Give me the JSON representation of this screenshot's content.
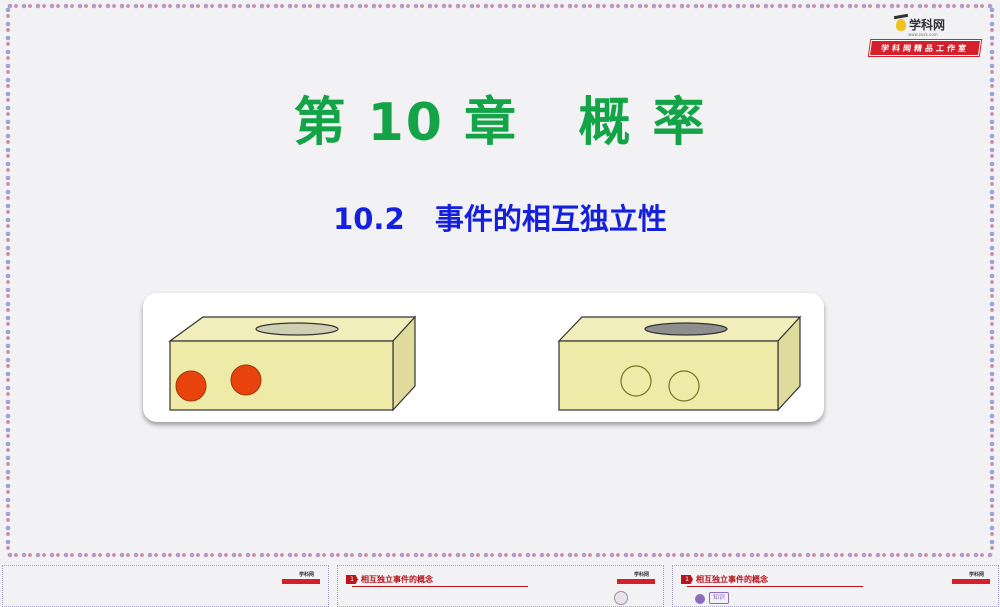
{
  "slide": {
    "chapter_title": "第 10 章   概 率",
    "section_title": "10.2   事件的相互独立性",
    "colors": {
      "chapter": "#13a447",
      "section": "#1520dd",
      "background": "#f2f1f3",
      "logo_red": "#d5202c"
    }
  },
  "logo": {
    "name": "学科网",
    "url": "www.zxxk.com",
    "banner": "学科网精品工作室"
  },
  "figure": {
    "left_box": {
      "top_hole": "light-hole",
      "balls": [
        "red-ball",
        "red-ball"
      ],
      "ball_color": "#e8430c"
    },
    "right_box": {
      "top_hole": "dark-hole",
      "balls": [
        "outlined-ball",
        "outlined-ball"
      ]
    },
    "box_color": "#eeeaa8"
  },
  "thumbnails": [
    {
      "heading_num": "",
      "heading_text": "",
      "logo_top": "学科网"
    },
    {
      "heading_num": "1",
      "heading_text": "相互独立事件的概念",
      "logo_top": "学科网"
    },
    {
      "heading_num": "1",
      "heading_text": "相互独立事件的概念",
      "logo_top": "学科网",
      "tag": "知识"
    }
  ]
}
